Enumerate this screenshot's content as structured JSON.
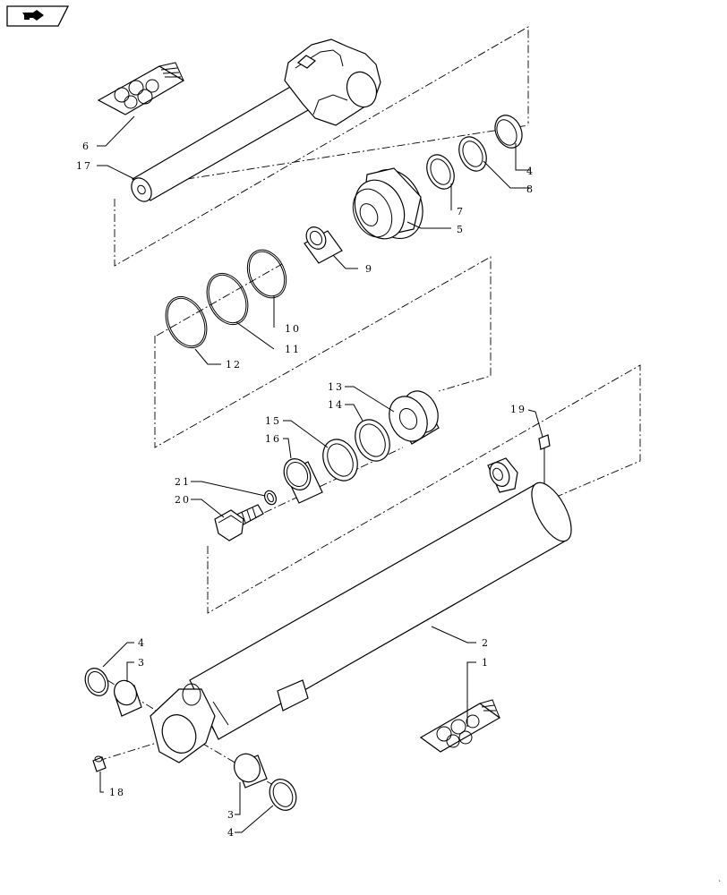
{
  "callouts": {
    "c1": "1",
    "c2": "2",
    "c3a": "3",
    "c3b": "3",
    "c4a": "4",
    "c4b": "4",
    "c4c": "4",
    "c5": "5",
    "c6": "6",
    "c7": "7",
    "c8": "8",
    "c9": "9",
    "c10": "10",
    "c11": "11",
    "c12": "12",
    "c13": "13",
    "c14": "14",
    "c15": "15",
    "c16": "16",
    "c17": "17",
    "c18": "18",
    "c19": "19",
    "c20": "20",
    "c21": "21"
  },
  "icons": {
    "nav": "previous-page-arrow-icon"
  },
  "colors": {
    "line": "#000000",
    "background": "#ffffff"
  }
}
